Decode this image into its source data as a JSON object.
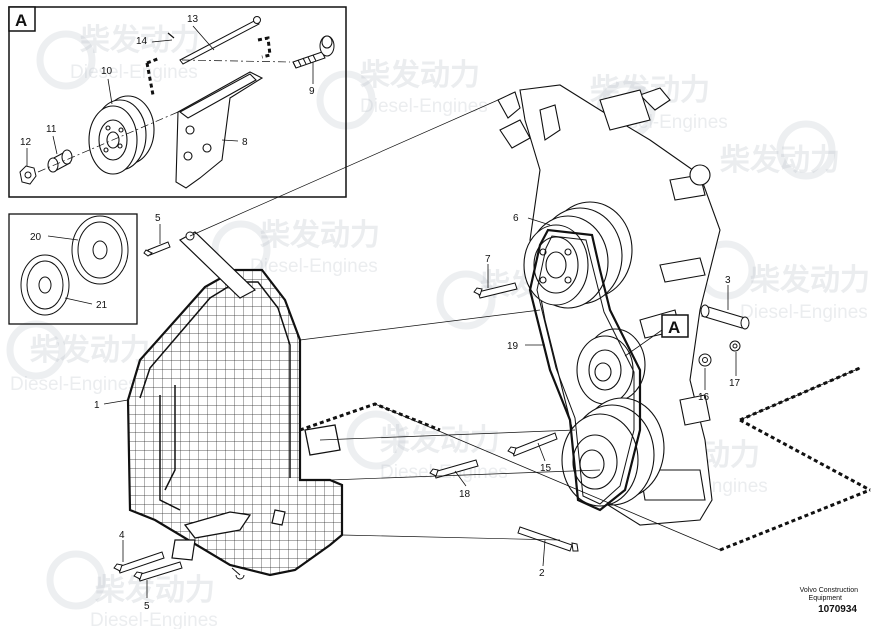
{
  "diagram": {
    "detail_label": "A",
    "callouts": [
      "1",
      "2",
      "3",
      "4",
      "5",
      "6",
      "8",
      "9",
      "10",
      "11",
      "12",
      "13",
      "14",
      "15",
      "16",
      "17",
      "18",
      "19",
      "20",
      "21"
    ],
    "callout_five": "5",
    "callout_four": "4",
    "callout_one": "1",
    "callout_two": "2",
    "callout_three": "3",
    "callout_six": "6",
    "callout_eight": "8",
    "callout_nine": "9",
    "callout_ten": "10",
    "callout_eleven": "11",
    "callout_twelve": "12",
    "callout_thirteen": "13",
    "callout_fourteen": "14",
    "callout_fifteen": "15",
    "callout_sixteen": "16",
    "callout_seventeen": "17",
    "callout_eighteen": "18",
    "callout_nineteen": "19",
    "callout_twenty": "20",
    "callout_twentyone": "21"
  },
  "footer": {
    "brand_line1": "Volvo Construction",
    "brand_line2": "Equipment",
    "part_number": "1070934"
  },
  "watermark": {
    "chinese": "柴发动力",
    "english": "Diesel-Engines"
  }
}
